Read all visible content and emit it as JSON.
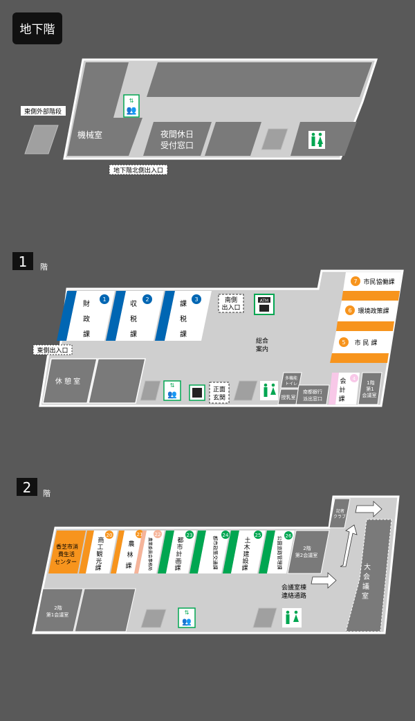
{
  "basement": {
    "title": "地下階",
    "labels": {
      "east_stairs": "東側外部階段",
      "machine_room": "機械室",
      "night_line1": "夜間休日",
      "night_line2": "受付窓口",
      "north_exit": "地下階北側出入口"
    }
  },
  "floor1": {
    "badge": "1",
    "suffix": "階",
    "depts": [
      {
        "num": "1",
        "name": [
          "財",
          "政",
          "課"
        ]
      },
      {
        "num": "2",
        "name": [
          "収",
          "税",
          "課"
        ]
      },
      {
        "num": "3",
        "name": [
          "課",
          "税",
          "課"
        ]
      }
    ],
    "right_depts": [
      {
        "num": "7",
        "name": "市民協働課"
      },
      {
        "num": "6",
        "name": "環境政策課"
      },
      {
        "num": "5",
        "name": "市 民 課"
      }
    ],
    "kaikei": {
      "num": "4",
      "name": [
        "会",
        "計",
        "課"
      ]
    },
    "labels": {
      "south_exit_1": "南側",
      "south_exit_2": "出入口",
      "info_1": "総合",
      "info_2": "案内",
      "east_exit": "東側出入口",
      "rest_room": "休 憩 室",
      "front_1": "正面",
      "front_2": "玄関",
      "multi_toilet_1": "多機能",
      "multi_toilet_2": "トイレ",
      "nursing": "授乳室",
      "bank_1": "南都銀行",
      "bank_2": "派出窓口",
      "meeting_1": "1階",
      "meeting_2": "第1",
      "meeting_3": "会議室",
      "atm": "ATM"
    }
  },
  "floor2": {
    "badge": "2",
    "suffix": "階",
    "life_center": [
      "香芝市消",
      "費生活",
      "センター"
    ],
    "depts": [
      {
        "num": "20",
        "name": [
          "商",
          "工",
          "観",
          "光",
          "課"
        ]
      },
      {
        "num": "21",
        "name": [
          "農",
          "林",
          "課"
        ]
      },
      {
        "num": "22",
        "name": [
          "農業委員会事務局"
        ]
      },
      {
        "num": "23",
        "name": [
          "都",
          "市",
          "計",
          "画",
          "課"
        ]
      },
      {
        "num": "24",
        "name": [
          "都市政策交通課"
        ]
      },
      {
        "num": "25",
        "name": [
          "土",
          "木",
          "建",
          "設",
          "課"
        ]
      },
      {
        "num": "26",
        "name": [
          "公園道路管理課"
        ]
      }
    ],
    "labels": {
      "meeting2_1": "2階",
      "meeting2_2": "第2会議室",
      "meeting1_1": "2階",
      "meeting1_2": "第1会議室",
      "press_1": "記者",
      "press_2": "クラブ",
      "corridor_1": "会議室棟",
      "corridor_2": "連絡通路",
      "big_hall": [
        "大",
        "会",
        "議",
        "室"
      ]
    }
  },
  "colors": {
    "blue": "#0066b3",
    "orange": "#f7941d",
    "green": "#00a651",
    "pink": "#f8c8e8",
    "peach": "#f5b49a"
  }
}
